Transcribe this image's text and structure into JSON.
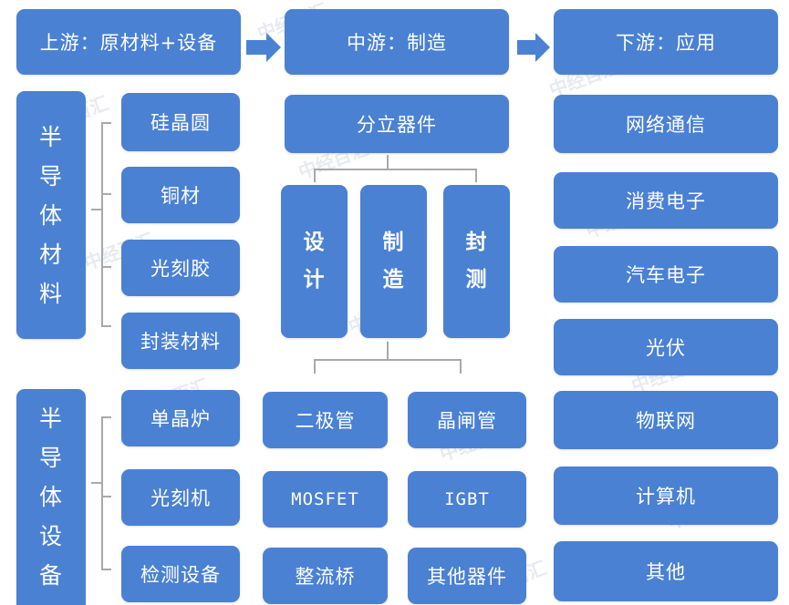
{
  "header": {
    "upstream": "上游：原材料+设备",
    "midstream": "中游：制造",
    "downstream": "下游：应用"
  },
  "materials": {
    "title_chars": [
      "半",
      "导",
      "体",
      "材",
      "料"
    ],
    "items": [
      "硅晶圆",
      "铜材",
      "光刻胶",
      "封装材料"
    ]
  },
  "equipment": {
    "title_chars": [
      "半",
      "导",
      "体",
      "设",
      "备"
    ],
    "items": [
      "单晶炉",
      "光刻机",
      "检测设备"
    ]
  },
  "manufacturing": {
    "discrete": "分立器件",
    "stages": [
      {
        "chars": [
          "设",
          "计"
        ]
      },
      {
        "chars": [
          "制",
          "造"
        ]
      },
      {
        "chars": [
          "封",
          "测"
        ]
      }
    ],
    "devices": [
      "二极管",
      "晶闸管",
      "MOSFET",
      "IGBT",
      "整流桥",
      "其他器件"
    ]
  },
  "applications": [
    "网络通信",
    "消费电子",
    "汽车电子",
    "光伏",
    "物联网",
    "计算机",
    "其他"
  ],
  "watermark": "中经百汇",
  "colors": {
    "box": "#4a81d3",
    "line": "#a9a9a9",
    "text": "#ffffff"
  }
}
